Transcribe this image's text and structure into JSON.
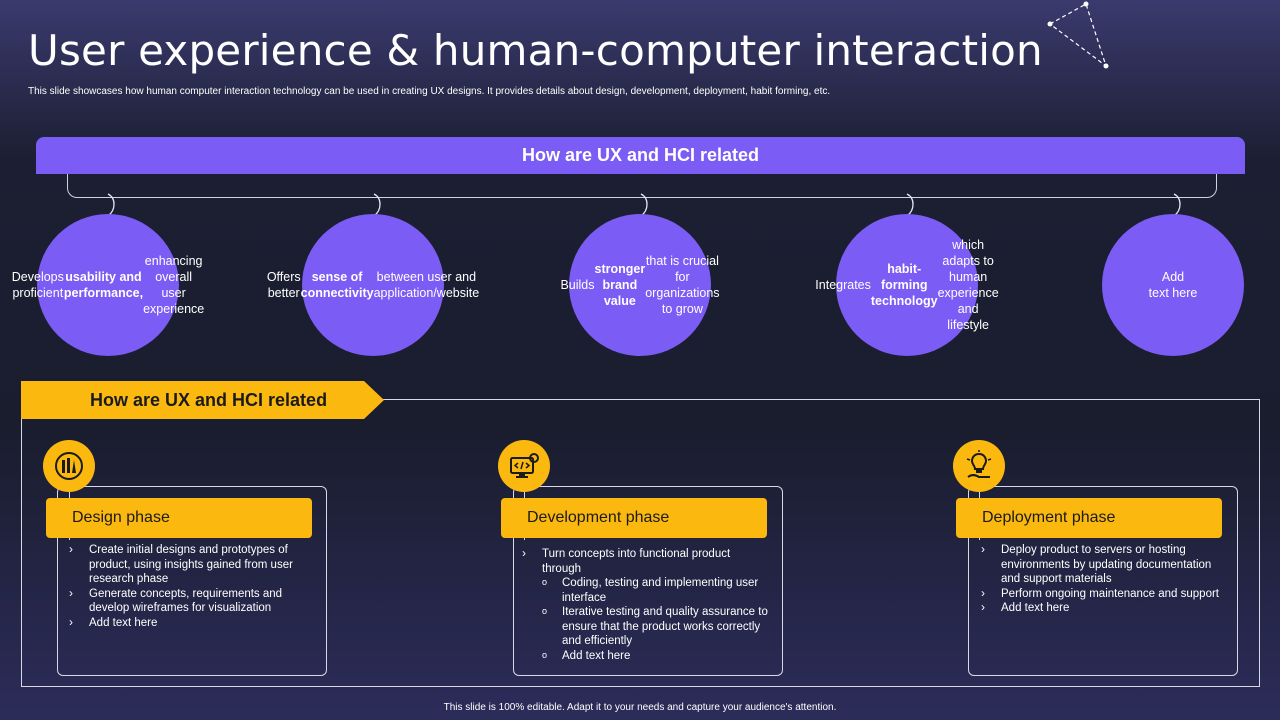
{
  "title": "User experience & human-computer interaction",
  "subtitle": "This slide showcases how human computer interaction technology can be used in creating UX designs. It provides details about design, development, deployment, habit forming, etc.",
  "top_banner": "How are UX and HCI related",
  "circles": [
    {
      "html": "Develops proficient <b>usability and performance,</b> enhancing overall user experience"
    },
    {
      "html": "Offers better <b>sense of connectivity</b> between user and application/website"
    },
    {
      "html": "Builds <b>stronger brand value</b> that is crucial for organizations to grow"
    },
    {
      "html": "Integrates <b>habit-forming technology</b> which adapts to human experience and lifestyle"
    },
    {
      "html": "Add<br>text here"
    }
  ],
  "section_tab": "How are UX and HCI related",
  "phases": [
    {
      "icon": "design-tools-icon",
      "title": "Design phase",
      "items": [
        "Create initial designs and prototypes of product, using insights gained from user research phase",
        "Generate concepts, requirements and develop wireframes for visualization",
        "Add text here"
      ]
    },
    {
      "icon": "code-monitor-icon",
      "title": "Development phase",
      "items": [
        "Turn concepts into functional product through"
      ],
      "subitems": [
        "Coding, testing and implementing user interface",
        "Iterative testing and quality assurance to ensure that the product works correctly and efficiently",
        "Add text here"
      ]
    },
    {
      "icon": "lightbulb-hand-icon",
      "title": "Deployment phase",
      "items": [
        "Deploy product to servers or hosting environments by updating documentation and support materials",
        "Perform ongoing maintenance and support",
        "Add text here"
      ]
    }
  ],
  "footer": "This slide is 100% editable. Adapt it to your needs and capture your audience's attention.",
  "colors": {
    "accent_purple": "#7b5cf5",
    "accent_yellow": "#fbb80f",
    "background": "#1c1f33"
  }
}
